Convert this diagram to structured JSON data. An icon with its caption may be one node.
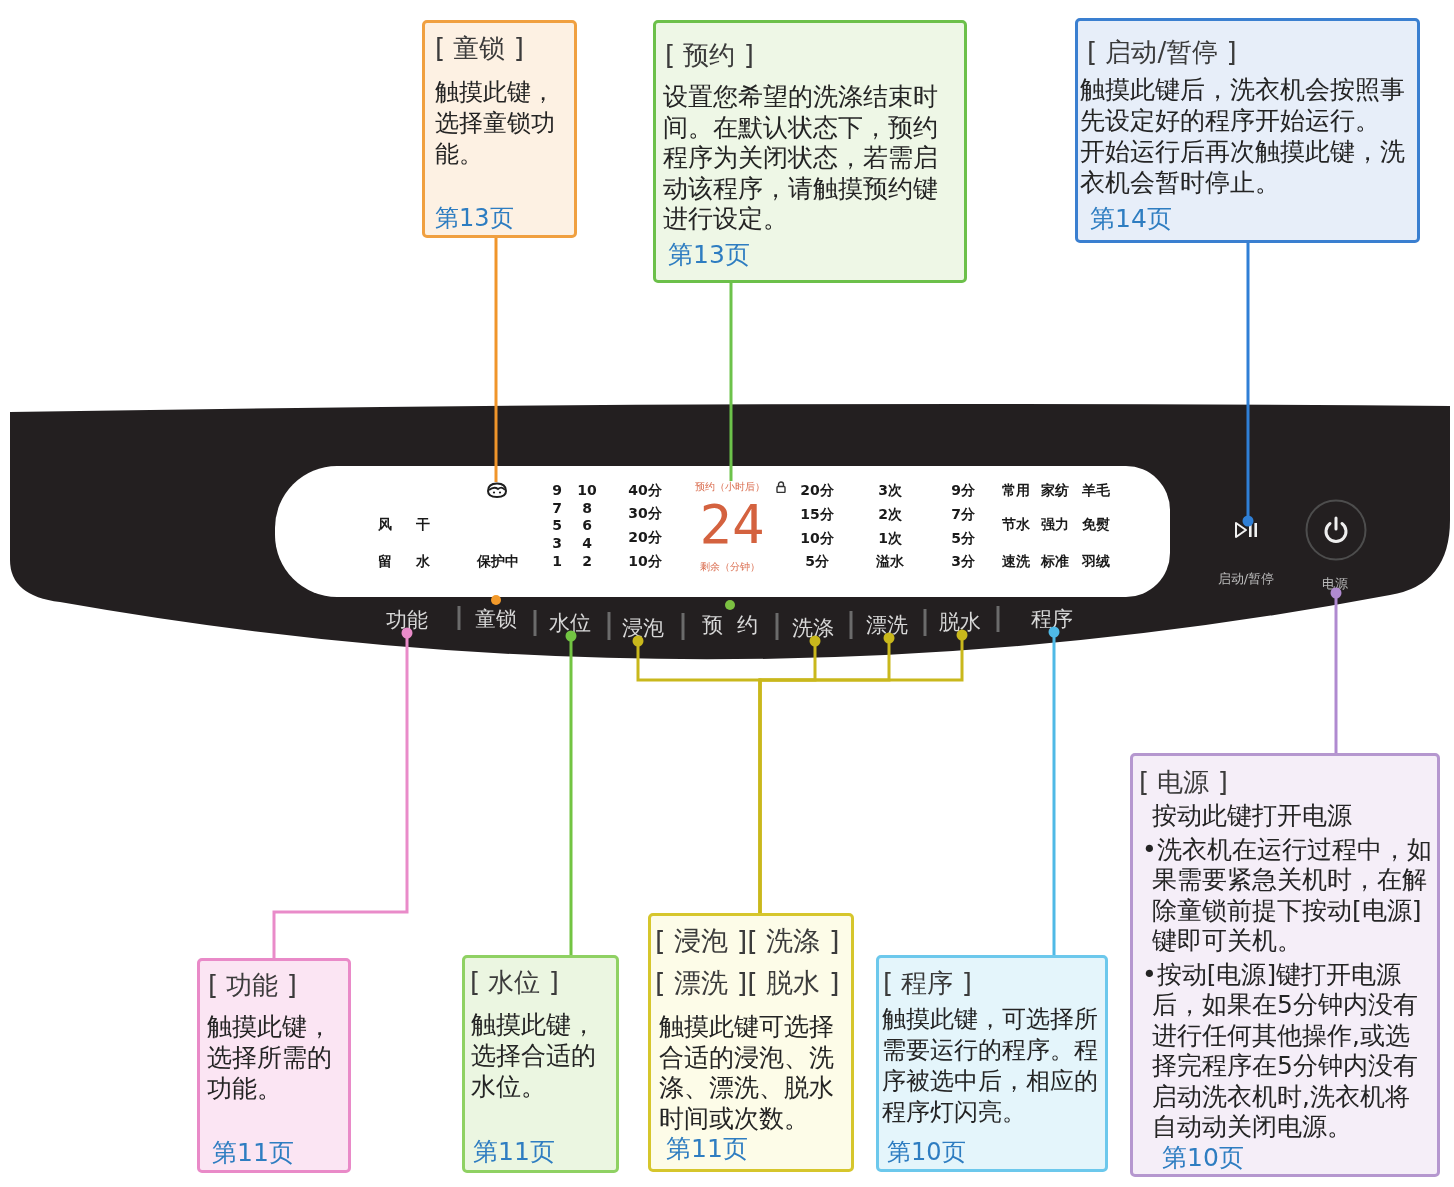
{
  "diagram": {
    "nodes": [
      {
        "text": [
          "[ 童锁 ]",
          "触摸此键，选择童锁功能。",
          "第13页"
        ]
      },
      {
        "text": [
          "[ 预约 ]",
          "设置您希望的洗涤结束时间。在默认状态下，预约程序为关闭状态，若需启动该程序，请触摸预约键进行设定。",
          "第13页"
        ]
      },
      {
        "text": [
          "[ 启动/暂停 ]",
          "触摸此键后，洗衣机会按照事先设定好的程序开始运行。",
          "开始运行后再次触摸此键，洗衣机会暂时停止。",
          "第14页"
        ]
      },
      {
        "text": [
          "启动/暂停",
          "童锁",
          "预 约"
        ]
      },
      {
        "text": [
          "风 干",
          "留 水",
          "保护中",
          "9",
          "10",
          "7",
          "8",
          "5",
          "6",
          "3",
          "4",
          "1",
          "2",
          "40分",
          "30分",
          "20分",
          "10分",
          "24",
          "剩余（分钟）",
          "20分",
          "15分",
          "10分",
          "5分",
          "3次",
          "2次",
          "1次",
          "溢水",
          "9分",
          "7分",
          "5分",
          "3分",
          "常用",
          "家纺",
          "羊毛",
          "节水",
          "强力",
          "免熨",
          "速洗",
          "标准",
          "羽绒"
        ],
        "in": 3
      },
      {
        "text": [],
        "shape": "picture",
        "in": 4
      },
      {
        "text": [
          "预约（小时后）"
        ],
        "in": 4
      },
      {
        "text": [],
        "shape": "picture",
        "in": 3
      },
      {
        "text": [
          "电源"
        ],
        "in": 3
      },
      {
        "text": [
          "功能"
        ],
        "in": 3
      },
      {
        "text": [
          "水位"
        ],
        "in": 3
      },
      {
        "text": [
          "浸泡"
        ],
        "in": 3
      },
      {
        "text": [
          "洗涤"
        ],
        "in": 3
      },
      {
        "text": [
          "漂洗"
        ],
        "in": 3
      },
      {
        "text": [
          "脱水"
        ],
        "in": 3
      },
      {
        "text": [
          "程序"
        ],
        "in": 3
      },
      {
        "text": [
          "[ 功能 ]",
          "触摸此键，选择所需的功能。",
          "第11页"
        ]
      },
      {
        "text": [
          "[ 水位 ]",
          "触摸此键，选择合适的水位。",
          "第11页"
        ]
      },
      {
        "text": [
          "[ 浸泡 ][ 洗涤 ]",
          "[ 漂洗 ][ 脱水 ]",
          "触摸此键可选择合适的浸泡、洗涤、漂洗、脱水时间或次数。",
          "第11页"
        ]
      },
      {
        "text": [
          "[ 程序 ]",
          "触摸此键，可选择所需要运行的程序。程序被选中后，相应的程序灯闪亮。",
          "第10页"
        ]
      },
      {
        "text": [
          "[ 电源 ]",
          "按动此键打开电源",
          "•洗衣机在运行过程中，如果需要紧急关机时，在解除童锁前提下按动[电源]键即可关机。",
          "•按动[电源]键打开电源后，如果在5分钟内没有进行任何其他操作,或选择完程序在5分钟内没有启动洗衣机时,洗衣机将自动动关闭电源。",
          "第10页"
        ]
      }
    ],
    "edges": [
      {
        "from": 0,
        "to": 5,
        "arrow": "none",
        "color": "#f0952a"
      },
      {
        "from": 1,
        "to": 6,
        "arrow": "none",
        "color": "#6cc24a"
      },
      {
        "from": 2,
        "to": 7,
        "arrow": "other",
        "color": "#2f7fd6"
      },
      {
        "from": 16,
        "to": 9,
        "arrow": "other",
        "color": "#e98bc9"
      },
      {
        "from": 17,
        "to": 10,
        "arrow": "other",
        "color": "#72c442"
      },
      {
        "from": 18,
        "to": 11,
        "arrow": "other",
        "color": "#c9b81c"
      },
      {
        "from": 18,
        "to": 12,
        "arrow": "other",
        "color": "#c9b81c"
      },
      {
        "from": 18,
        "to": 13,
        "arrow": "other",
        "color": "#c9b81c"
      },
      {
        "from": 18,
        "to": 14,
        "arrow": "other",
        "color": "#c9b81c"
      },
      {
        "from": 19,
        "to": 15,
        "arrow": "other",
        "color": "#4fb9e6"
      },
      {
        "from": 20,
        "to": 8,
        "arrow": "other",
        "color": "#b08ad0"
      }
    ]
  }
}
